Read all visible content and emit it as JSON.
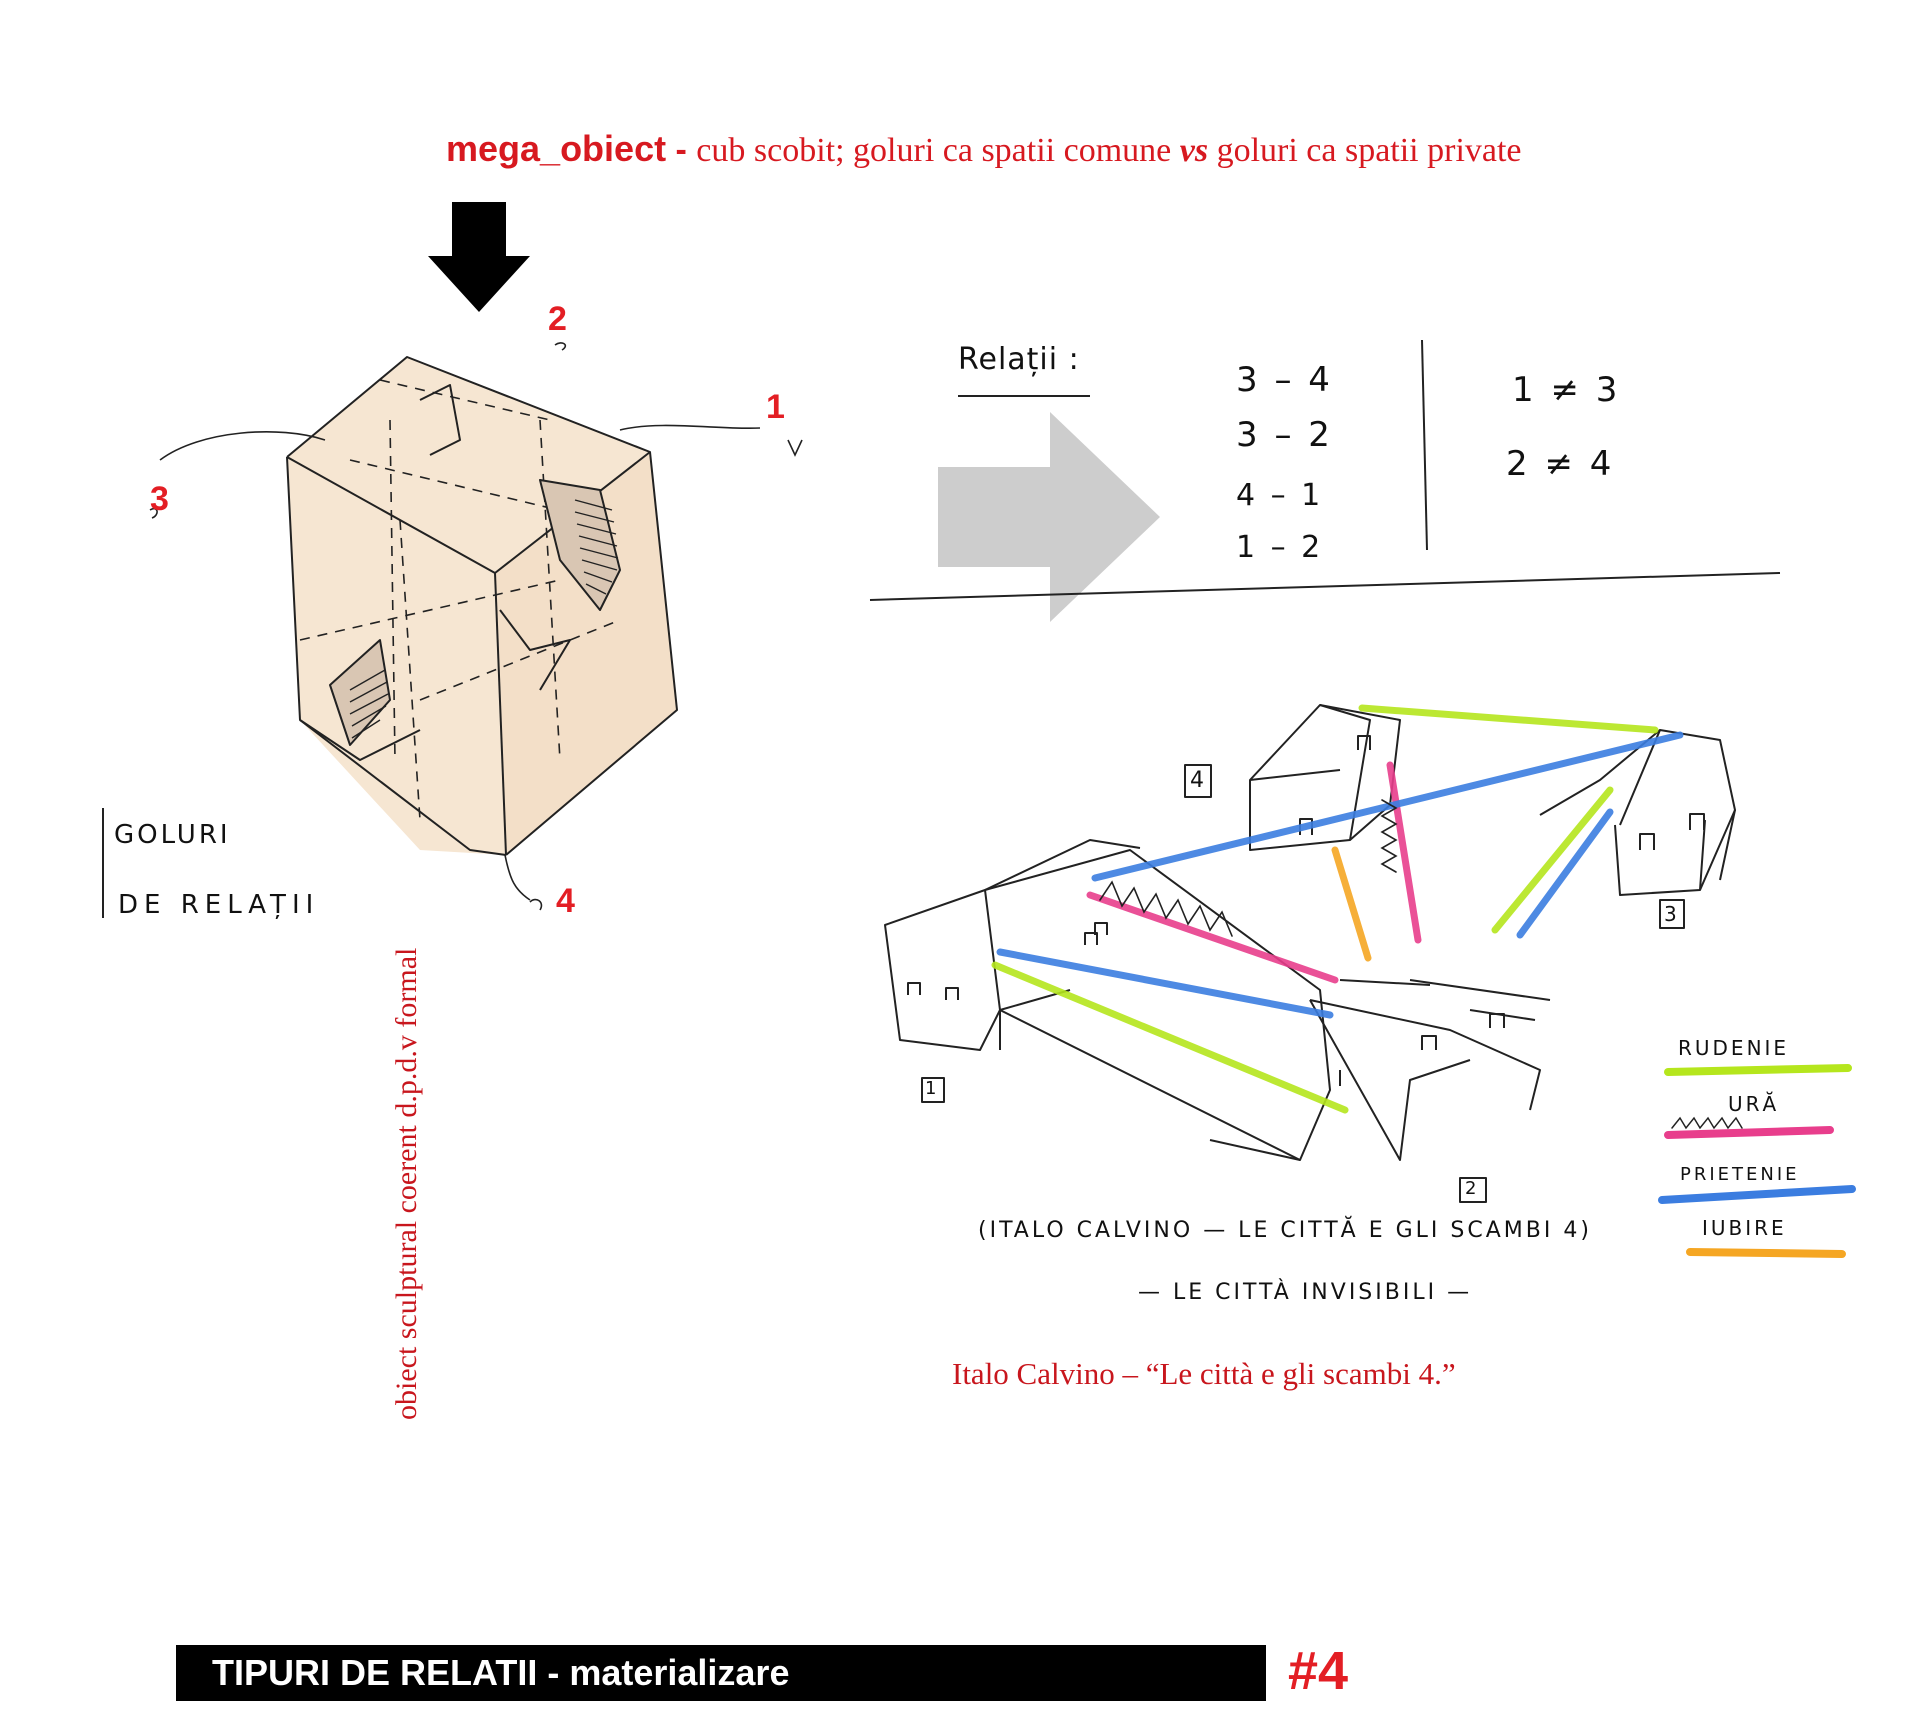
{
  "heading": {
    "bold": "mega_obiect",
    "sep": " - ",
    "pre": "cub scobit; goluri ca spatii comune ",
    "vs": "vs",
    "post": " goluri ca spatii private"
  },
  "cube_labels": [
    "1",
    "2",
    "3",
    "4"
  ],
  "handwritten_note": [
    "GOLURI",
    "DE RELAȚII"
  ],
  "vertical_caption": "obiect sculptural coerent d.p.d.v formal",
  "relations": {
    "title": "Relații :",
    "pairs": [
      "3 – 4",
      "3 – 2",
      "4 – 1",
      "1 – 2"
    ],
    "non_pairs": [
      "1 ≠ 3",
      "2 ≠ 4"
    ]
  },
  "building_labels": [
    "1",
    "2",
    "3",
    "4"
  ],
  "legend": [
    {
      "label": "RUDENIE",
      "color": "#b5e61d"
    },
    {
      "label": "URĂ",
      "color": "#e83e8c"
    },
    {
      "label": "PRIETENIE",
      "color": "#3b7de0"
    },
    {
      "label": "IUBIRE",
      "color": "#f5a623"
    }
  ],
  "handwritten_source": [
    "(ITALO CALVINO — LE CITTĂ E GLI SCAMBI 4)",
    "— LE CITTÀ INVISIBILI —"
  ],
  "quote": "Italo Calvino – “Le città e gli scambi 4.”",
  "footer": {
    "title": "TIPURI DE RELATII - materializare",
    "page": "#4"
  },
  "colors": {
    "accent": "#e31e24",
    "cube_fill": "#f6e6d2"
  }
}
